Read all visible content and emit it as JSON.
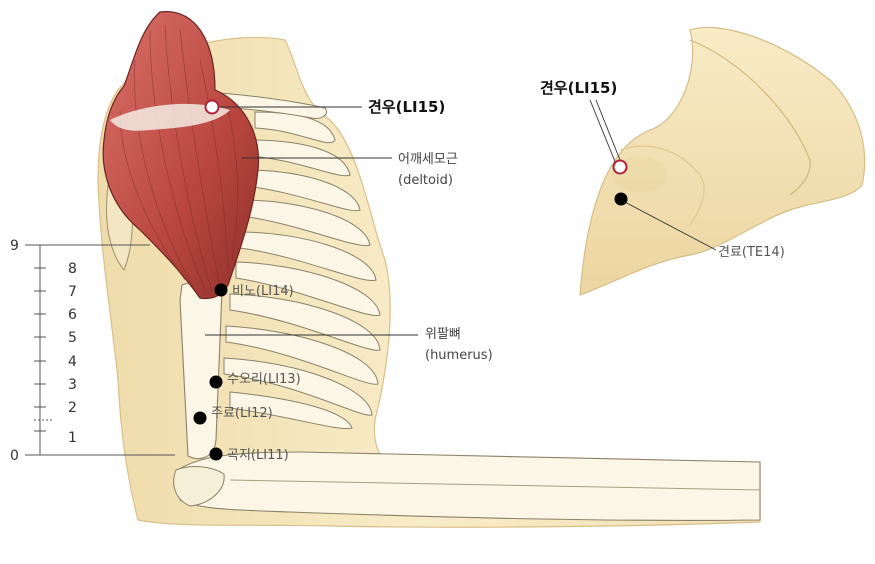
{
  "left_figure": {
    "acupoints": {
      "li15": "견우(LI15)",
      "li14": "비노(LI14)",
      "li13": "수오리(LI13)",
      "li12": "주료(LI12)",
      "li11": "곡지(LI11)"
    },
    "structures": {
      "deltoid_ko": "어깨세모근",
      "deltoid_en": "(deltoid)",
      "humerus_ko": "위팔뼈",
      "humerus_en": "(humerus)"
    },
    "scale": {
      "top": "9",
      "bottom": "0",
      "ticks": [
        "8",
        "7",
        "6",
        "5",
        "4",
        "3",
        "2",
        "1"
      ]
    }
  },
  "right_figure": {
    "acupoints": {
      "li15": "견우(LI15)",
      "te14": "견료(TE14)"
    }
  },
  "colors": {
    "skin": "#f7e9c0",
    "skin_shadow": "#e9d39c",
    "bone": "#fbf6e6",
    "bone_outline": "#8a826a",
    "muscle": "#c85a55",
    "muscle_dark": "#9a3a36",
    "point_fill": "#000000",
    "point_open": "#b0223a"
  }
}
